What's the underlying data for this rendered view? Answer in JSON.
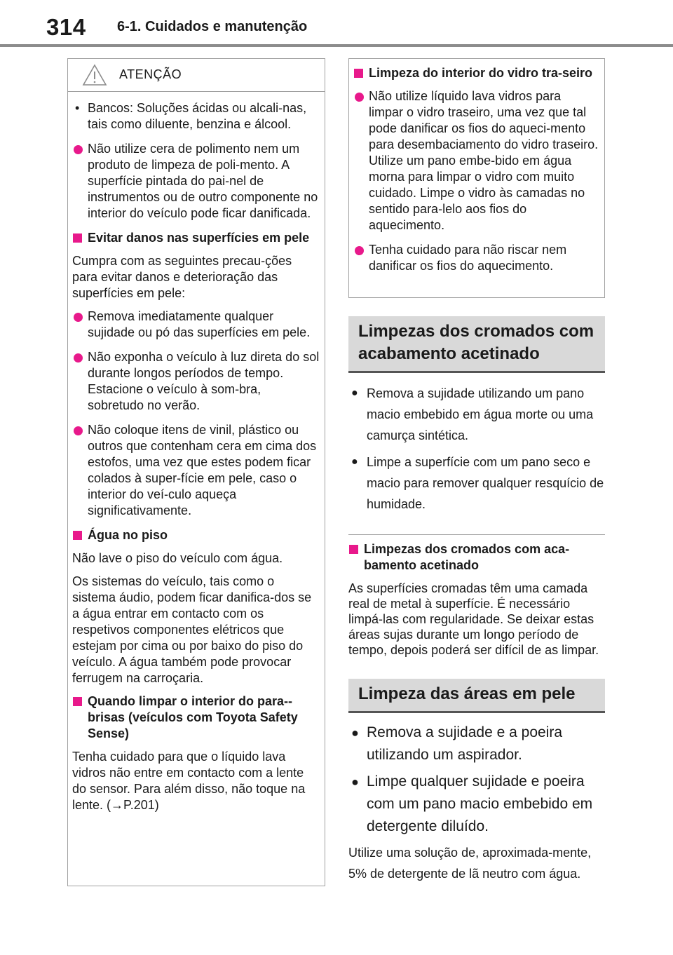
{
  "header": {
    "page_number": "314",
    "section": "6-1. Cuidados e manutenção"
  },
  "warning_box": {
    "title": "ATENÇÃO",
    "items": [
      {
        "type": "dash",
        "text": "Bancos: Soluções ácidas ou alcali-nas, tais como diluente, benzina e álcool."
      },
      {
        "type": "bullet",
        "text": "Não utilize cera de polimento nem um produto de limpeza de poli-mento. A superfície pintada do pai-nel de instrumentos ou de outro componente no interior do veículo pode ficar danificada."
      },
      {
        "type": "heading",
        "text": "Evitar danos nas superfícies em pele"
      },
      {
        "type": "para",
        "text": "Cumpra com as seguintes precau-ções para evitar danos e deterioração das superfícies em pele:"
      },
      {
        "type": "bullet",
        "text": "Remova imediatamente qualquer sujidade ou pó das superfícies em pele."
      },
      {
        "type": "bullet",
        "text": "Não exponha o veículo à luz direta do sol durante longos períodos de tempo. Estacione o veículo à som-bra, sobretudo no verão."
      },
      {
        "type": "bullet",
        "text": "Não coloque itens de vinil, plástico ou outros que contenham cera em cima dos estofos, uma vez que estes podem ficar colados à super-fície em pele, caso o interior do veí-culo aqueça significativamente."
      },
      {
        "type": "heading",
        "text": "Água no piso"
      },
      {
        "type": "para",
        "text": "Não lave o piso do veículo com água."
      },
      {
        "type": "para",
        "text": "Os sistemas do veículo, tais como o sistema áudio, podem ficar danifica-dos se a água entrar em contacto com os respetivos componentes elétricos que estejam por cima ou por baixo do piso do veículo. A água também pode provocar ferrugem na carroçaria."
      },
      {
        "type": "heading",
        "text": "Quando limpar o interior do para--brisas (veículos com Toyota Safety Sense)"
      },
      {
        "type": "para",
        "text": "Tenha cuidado para que o líquido lava vidros não entre em contacto com a lente do sensor. Para além disso, não toque na lente. (→P.201)"
      }
    ]
  },
  "right_box": {
    "heading": "Limpeza do interior do vidro tra-seiro",
    "bullets": [
      "Não utilize líquido lava vidros para limpar o vidro traseiro, uma vez que tal pode danificar os fios do aqueci-mento para desembaciamento do vidro traseiro. Utilize um pano embe-bido em água morna para limpar o vidro com muito cuidado. Limpe o vidro às camadas no sentido para-lelo aos fios do aquecimento.",
      "Tenha cuidado para não riscar nem danificar os fios do aquecimento."
    ]
  },
  "chrome_section": {
    "title": "Limpezas dos cromados com acabamento acetinado",
    "steps": [
      "Remova a sujidade utilizando um pano macio embebido em água morte ou uma camurça sintética.",
      "Limpe a superfície com um pano seco e macio para remover qualquer resquício de humidade."
    ],
    "note_heading": "Limpezas dos cromados com aca-bamento acetinado",
    "note_text": "As superfícies cromadas têm uma camada real de metal à superfície. É necessário limpá-las com regularidade. Se deixar estas áreas sujas durante um longo período de tempo, depois poderá ser difícil de as limpar."
  },
  "leather_section": {
    "title": "Limpeza das áreas em pele",
    "steps": [
      "Remova a sujidade e a poeira utilizando um aspirador.",
      "Limpe qualquer sujidade e poeira com um pano macio embebido em detergente diluído."
    ],
    "note": "Utilize uma solução de, aproximada-mente, 5% de detergente de lã neutro com água."
  },
  "colors": {
    "accent": "#e8198b",
    "rule": "#8c8c8c",
    "head_bg": "#d9d9d9"
  }
}
